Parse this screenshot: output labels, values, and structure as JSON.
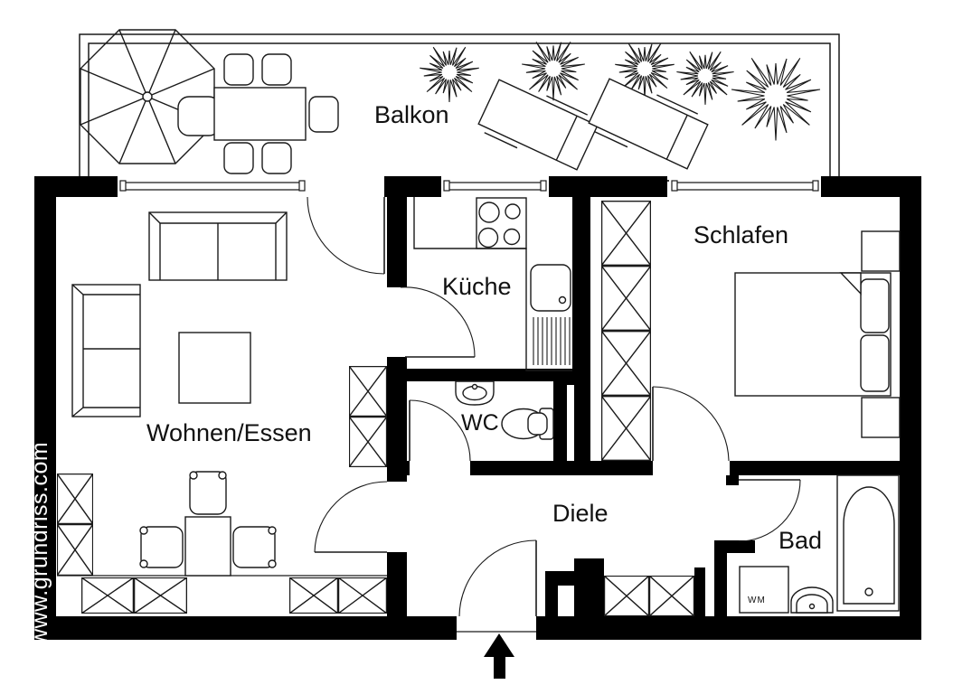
{
  "watermark": "www.grundriss.com",
  "rooms": {
    "balcony": "Balkon",
    "living": "Wohnen/Essen",
    "kitchen": "Küche",
    "wc": "WC",
    "bedroom": "Schlafen",
    "hall": "Diele",
    "bath": "Bad"
  },
  "labels": {
    "washing_machine": "WM"
  },
  "icons": {
    "entrance_arrow": "↑"
  },
  "colors": {
    "walls": "#000000",
    "lines": "#1a1a1a",
    "background": "#ffffff",
    "watermark_text": "#ffffff"
  }
}
